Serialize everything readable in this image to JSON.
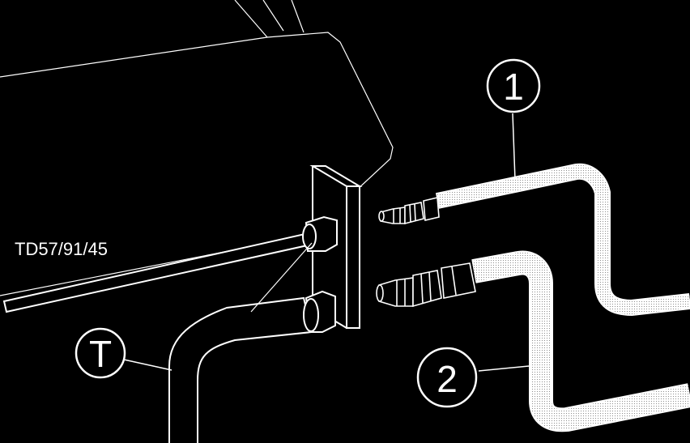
{
  "part_code": "TD57/91/45",
  "callouts": {
    "one": "1",
    "two": "2",
    "tank": "T"
  },
  "colors": {
    "background": "#000000",
    "line": "#ffffff",
    "hose_fill": "#dcdcdc"
  }
}
